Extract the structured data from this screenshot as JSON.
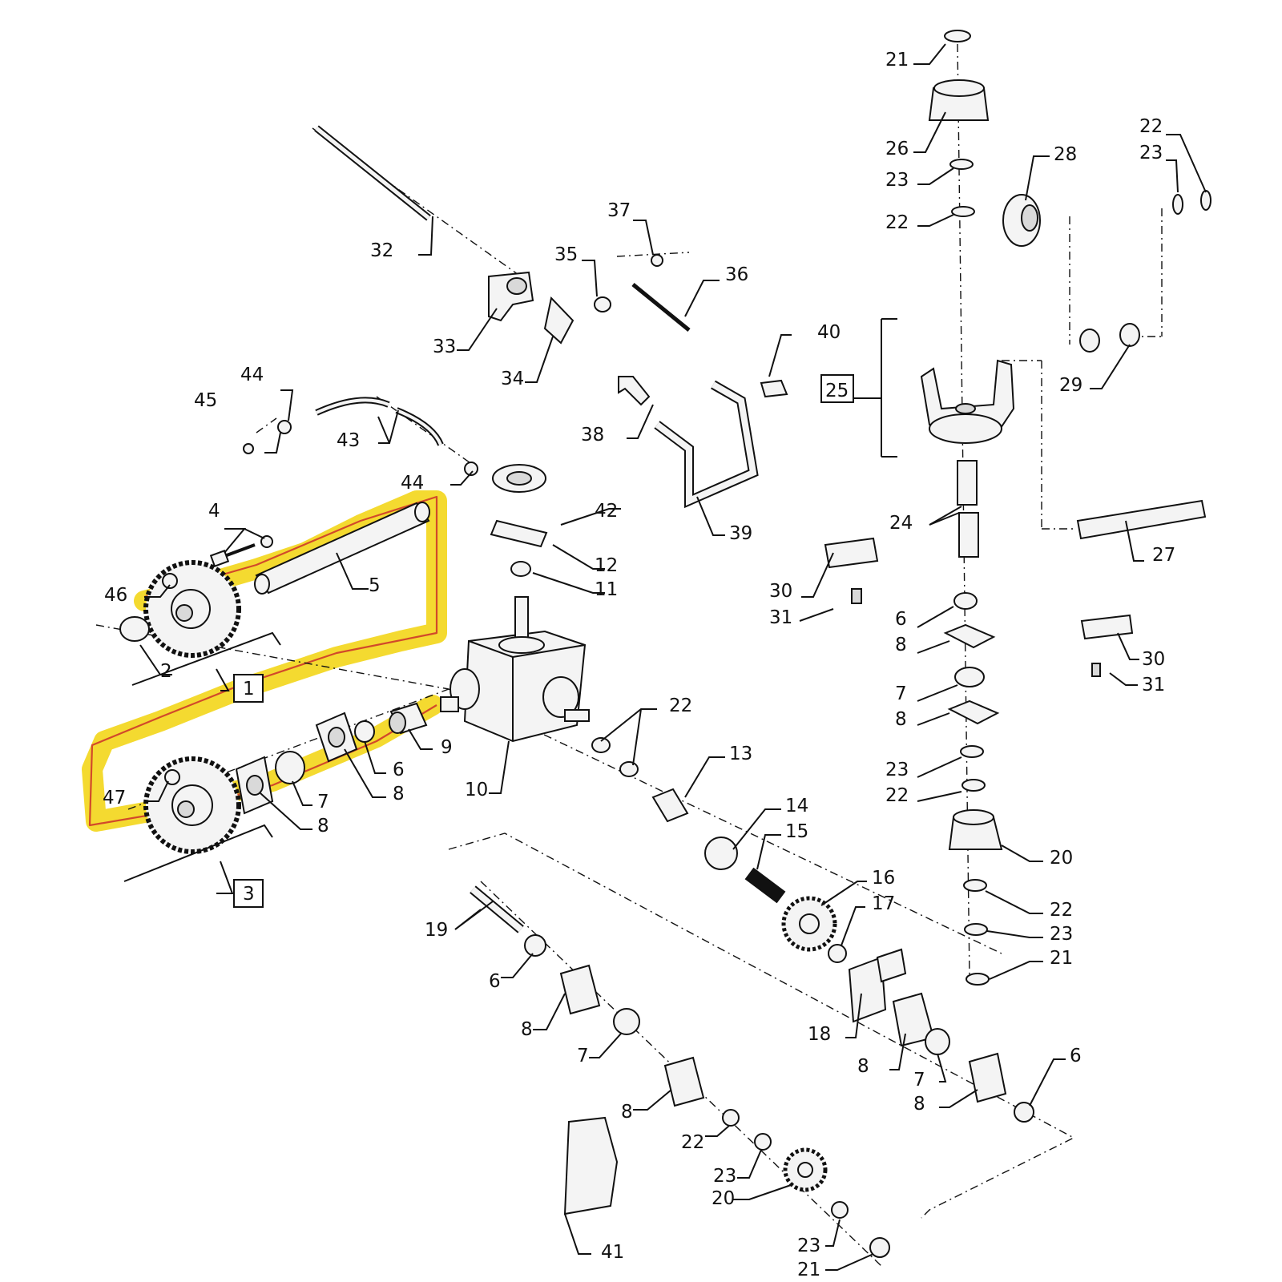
{
  "diagram": {
    "highlight_color": "#f2d40c",
    "outline_color": "#d2492a",
    "labels": [
      "1",
      "2",
      "3",
      "4",
      "5",
      "6",
      "7",
      "8",
      "9",
      "10",
      "11",
      "12",
      "13",
      "14",
      "15",
      "16",
      "17",
      "18",
      "19",
      "20",
      "21",
      "22",
      "23",
      "24",
      "25",
      "26",
      "27",
      "28",
      "29",
      "30",
      "31",
      "32",
      "33",
      "34",
      "35",
      "36",
      "37",
      "38",
      "39",
      "40",
      "41",
      "42",
      "43",
      "44",
      "45",
      "46",
      "47"
    ],
    "boxed_labels": [
      "1",
      "3",
      "25"
    ]
  }
}
